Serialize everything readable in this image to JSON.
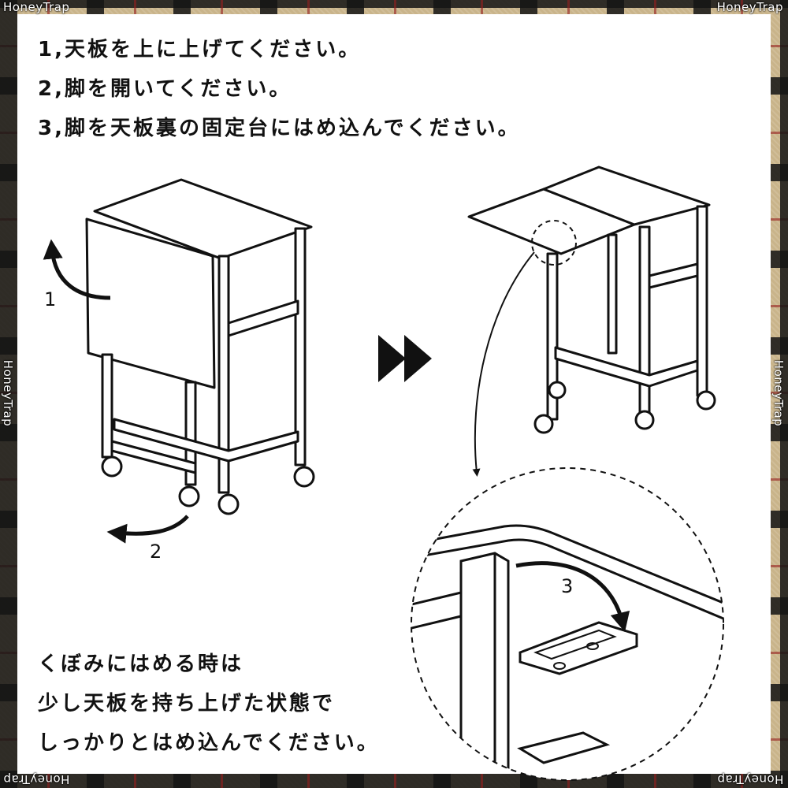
{
  "watermark": "HoneyTrap",
  "instructions": {
    "step1": "1,天板を上に上げてください。",
    "step2": "2,脚を開いてください。",
    "step3": "3,脚を天板裏の固定台にはめ込んでください。"
  },
  "labels": {
    "arrow1": "1",
    "arrow2": "2",
    "arrow3": "3"
  },
  "note": {
    "line1": "くぼみにはめる時は",
    "line2": "少し天板を持ち上げた状態で",
    "line3": "しっかりとはめ込んでください。"
  }
}
